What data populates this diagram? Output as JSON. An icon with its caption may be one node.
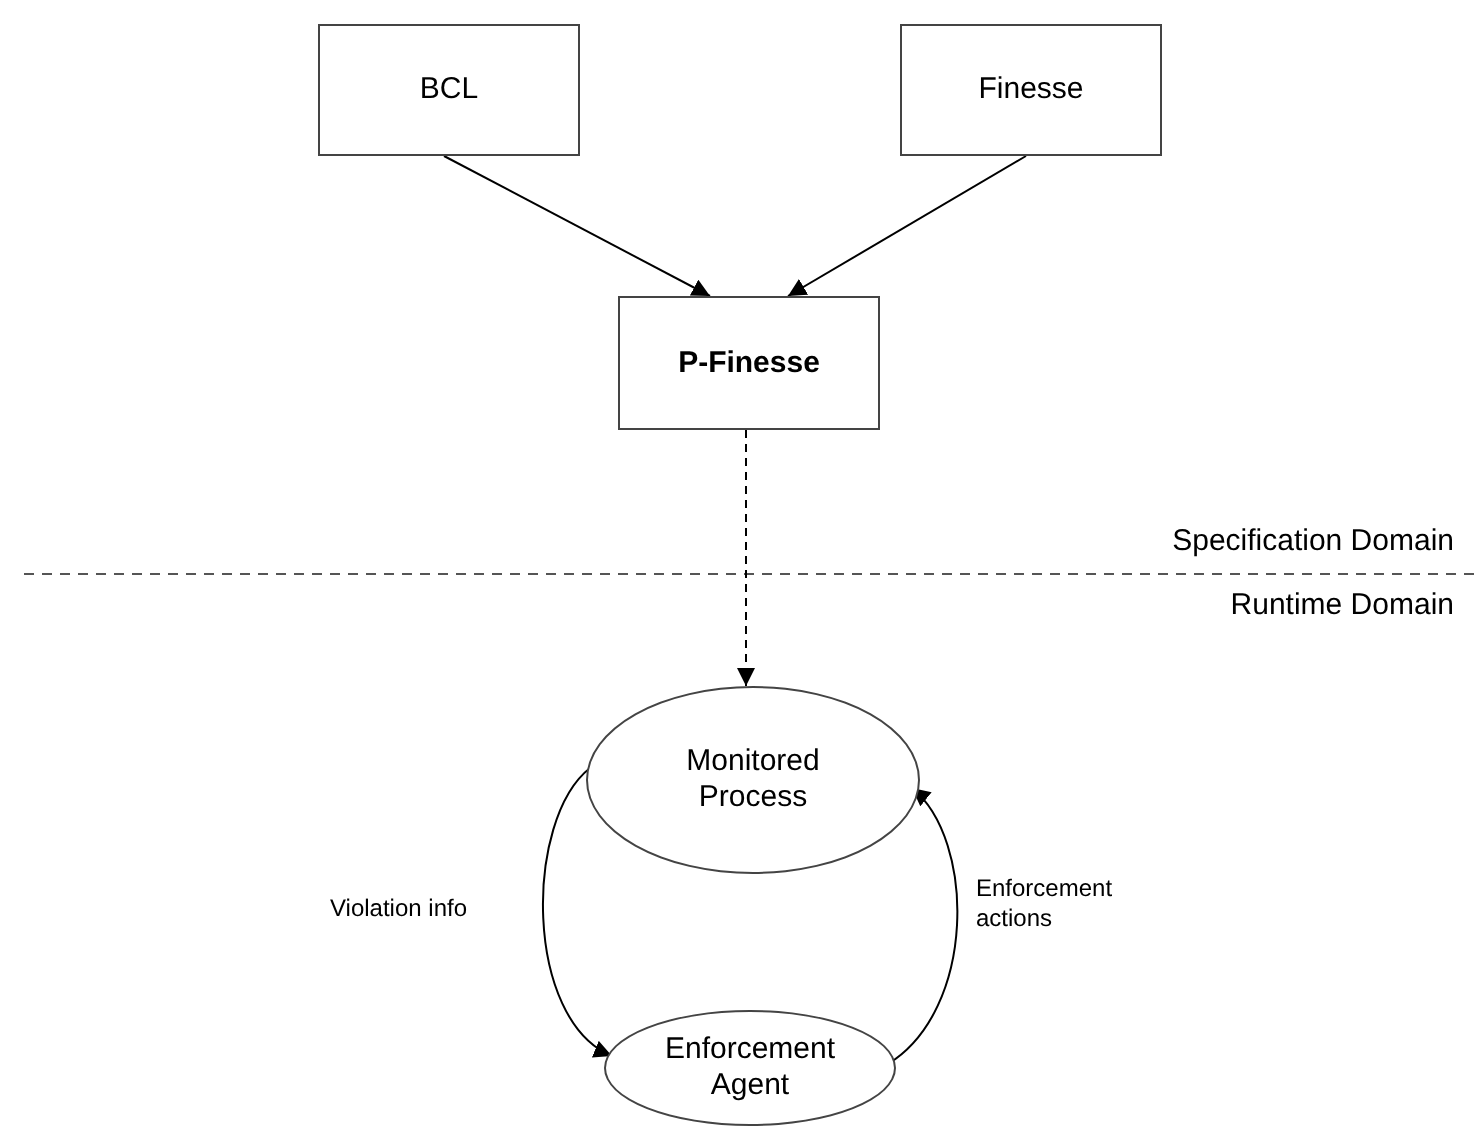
{
  "diagram": {
    "nodes": [
      {
        "text": [
          "BCL"
        ]
      },
      {
        "text": [
          "Finesse"
        ]
      },
      {
        "text": [
          "P-Finesse"
        ]
      },
      {
        "text": [
          "Monitored Process"
        ]
      },
      {
        "text": [
          "Enforcement Agent"
        ]
      }
    ],
    "edges": [
      {
        "from": 0,
        "to": 2,
        "arrow": "to"
      },
      {
        "from": 1,
        "to": 2,
        "arrow": "to"
      },
      {
        "from": 2,
        "to": 3,
        "arrow": "to",
        "style": "dashed"
      },
      {
        "from": 3,
        "to": 4,
        "arrow": "to",
        "label": "Violation info"
      },
      {
        "from": 4,
        "to": 3,
        "arrow": "to",
        "label": "Enforcement actions"
      }
    ],
    "labels": [
      "Specification Domain",
      "Runtime Domain"
    ]
  }
}
